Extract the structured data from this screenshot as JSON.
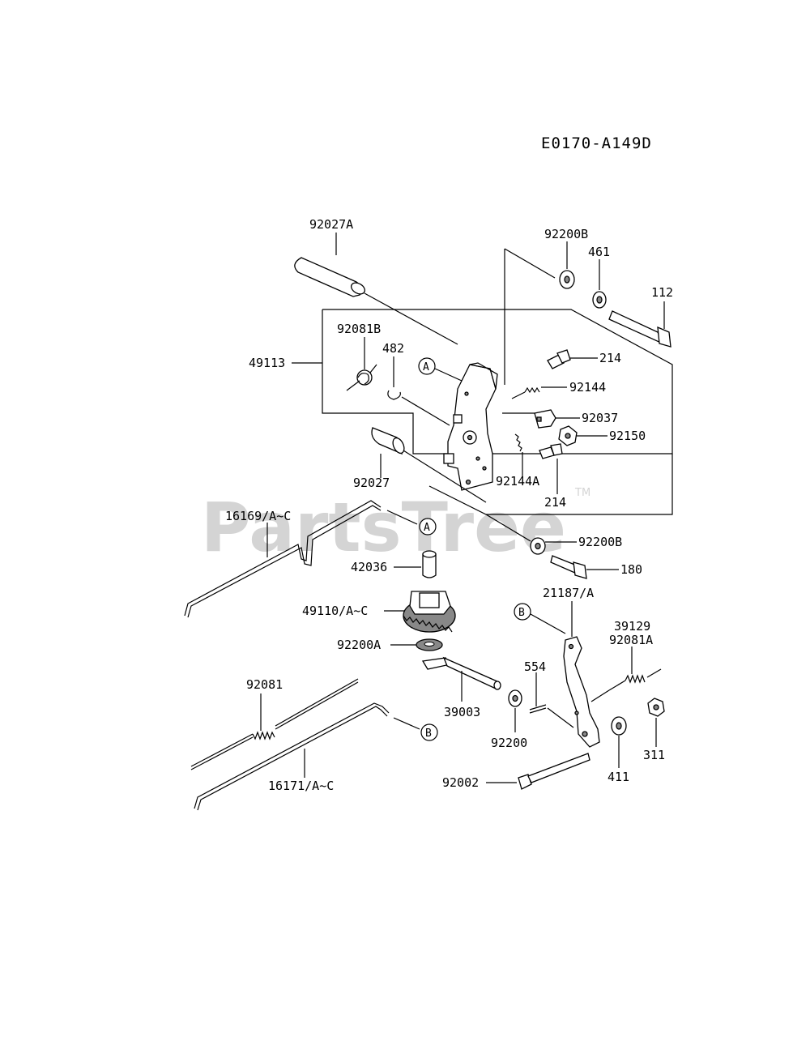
{
  "diagram_code": "E0170-A149D",
  "watermark": "PartsTree",
  "trademark": "TM",
  "callouts": {
    "A": "A",
    "B": "B"
  },
  "parts": {
    "p92027A": "92027A",
    "p92200B_top": "92200B",
    "p461": "461",
    "p112": "112",
    "p92081B": "92081B",
    "p482": "482",
    "p49113": "49113",
    "p214_top": "214",
    "p92144": "92144",
    "p92037": "92037",
    "p92150": "92150",
    "p92027": "92027",
    "p92144A": "92144A",
    "p214_bottom": "214",
    "p16169": "16169/A~C",
    "p92200B_mid": "92200B",
    "p42036": "42036",
    "p180": "180",
    "p49110": "49110/A~C",
    "p21187": "21187/A",
    "p39129": "39129",
    "p92081A": "92081A",
    "p92200A": "92200A",
    "p554": "554",
    "p92081": "92081",
    "p39003": "39003",
    "p92200": "92200",
    "p311": "311",
    "p411": "411",
    "p16171": "16171/A~C",
    "p92002": "92002"
  }
}
